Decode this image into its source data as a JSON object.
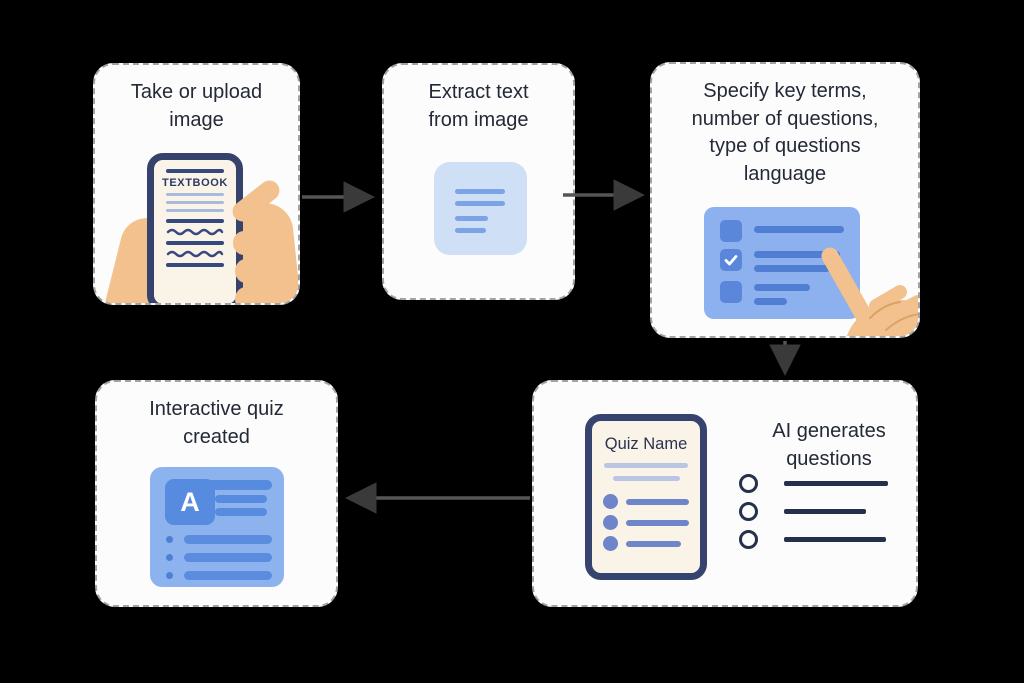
{
  "diagram": {
    "background_color": "#000000",
    "steps": [
      {
        "title": "Take or upload\nimage",
        "icon": "phone-in-hand-icon"
      },
      {
        "title": "Extract text\nfrom image",
        "icon": "text-document-icon"
      },
      {
        "title": "Specify key terms,\nnumber of questions,\ntype of questions\nlanguage",
        "icon": "checklist-form-icon"
      },
      {
        "title": "AI generates\nquestions",
        "icon": "quiz-document-icon",
        "document_title": "Quiz Name"
      },
      {
        "title": "Interactive quiz\ncreated",
        "icon": "quiz-card-icon",
        "badge_letter": "A"
      }
    ],
    "labels": {
      "phone_screen_heading": "TEXTBOOK"
    },
    "flow": [
      {
        "from": "Take or upload image",
        "to": "Extract text from image",
        "direction": "right"
      },
      {
        "from": "Extract text from image",
        "to": "Specify key terms",
        "direction": "right"
      },
      {
        "from": "Specify key terms",
        "to": "AI generates questions",
        "direction": "down"
      },
      {
        "from": "AI generates questions",
        "to": "Interactive quiz created",
        "direction": "left"
      }
    ],
    "colors": {
      "card_background": "#fcfcfc",
      "card_border_dashed": "#a3a3a3",
      "title_text": "#232936",
      "navy": "#35426b",
      "cream": "#faf3e8",
      "icon_light_blue": "#cfdff6",
      "icon_line_blue": "#7ba3e6",
      "panel_blue": "#8db1ee",
      "panel_element_blue": "#5b87da",
      "card_blue": "#8db3ef",
      "card_element_blue": "#568bdf",
      "bullet_periwinkle": "#6e86c9",
      "skin": "#f2c18d",
      "arrow_gray": "#555555"
    }
  }
}
